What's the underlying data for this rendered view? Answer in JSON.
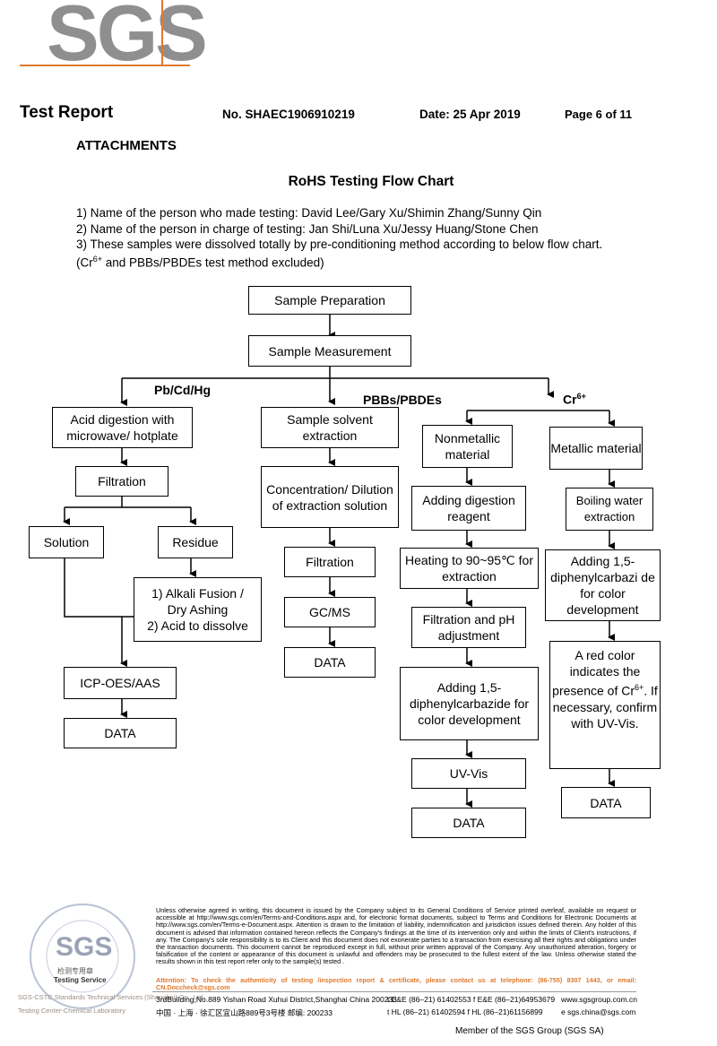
{
  "logo": {
    "text": "SGS"
  },
  "header": {
    "title": "Test Report",
    "number": "No. SHAEC1906910219",
    "date": "Date: 25 Apr 2019",
    "page": "Page 6 of 11"
  },
  "section": "ATTACHMENTS",
  "chart_title": "RoHS Testing Flow Chart",
  "notes": {
    "n1": "1) Name of the person who made testing: David Lee/Gary Xu/Shimin Zhang/Sunny Qin",
    "n2": "2) Name of the person in charge of testing: Jan Shi/Luna Xu/Jessy Huang/Stone Chen",
    "n3": "3) These samples were dissolved totally by pre-conditioning method according to below flow chart.",
    "n4_pre": "(Cr",
    "n4_sup": "6+",
    "n4_post": " and PBBs/PBDEs test method excluded)"
  },
  "flow": {
    "prep": "Sample Preparation",
    "meas": "Sample Measurement",
    "branch_pb": "Pb/Cd/Hg",
    "branch_pbb": "PBBs/PBDEs",
    "branch_cr": "Cr",
    "branch_cr_sup": "6+",
    "acid": "Acid digestion with microwave/ hotplate",
    "filt1": "Filtration",
    "solution": "Solution",
    "residue": "Residue",
    "alkali1": "1) Alkali Fusion /",
    "alkali2": "Dry Ashing",
    "alkali3": "2) Acid to dissolve",
    "icp": "ICP-OES/AAS",
    "data1": "DATA",
    "solvent": "Sample solvent extraction",
    "conc": "Concentration/ Dilution of extraction solution",
    "filt2": "Filtration",
    "gcms": "GC/MS",
    "data2": "DATA",
    "nonmet": "Nonmetallic material",
    "digest": "Adding digestion reagent",
    "heat": "Heating to 90~95℃ for extraction",
    "filtph": "Filtration and pH adjustment",
    "dpc1": "Adding 1,5-diphenylcarbazide for color development",
    "uv": "UV-Vis",
    "data3": "DATA",
    "metal": "Metallic material",
    "boil": "Boiling water extraction",
    "dpc2": "Adding 1,5-diphenylcarbazi de for color development",
    "red_pre": "A red color indicates the presence of Cr",
    "red_sup": "6+",
    "red_post": ". If necessary, confirm with UV-Vis.",
    "data4": "DATA"
  },
  "footer": {
    "disclaimer": "Unless otherwise agreed in writing, this document is issued by the Company subject to its General Conditions of Service printed overleaf, available on request or accessible at http://www.sgs.com/en/Terms-and-Conditions.aspx and, for electronic format documents, subject to Terms and Conditions for Electronic Documents at http://www.sgs.com/en/Terms-e-Document.aspx. Attention is drawn to the limitation of liability, indemnification and jurisdiction issues defined therein. Any holder of this document is advised that information contained hereon reflects the Company's findings at the time of its intervention only and within the limits of Client's instructions, if any. The Company's sole responsibility is to its Client and this document does not exonerate parties to a transaction from exercising all their rights and obligations under the transaction documents. This document cannot be reproduced except in full, without prior written approval of the Company. Any unauthorized alteration, forgery or falsification of the content or appearance of this document is unlawful and offenders may be prosecuted to the fullest extent of the law. Unless otherwise stated the results shown in this test report refer only to the sample(s) tested .",
    "attention": "Attention: To check the authenticity of testing /inspection report & certificate, please contact us at telephone: (86-755) 8307 1443, or email: CN.Doccheck@sgs.com",
    "addr_en": "3rdBuilding,No.889 Yishan Road Xuhui District,Shanghai China   200233",
    "addr_cn": "中国 · 上海 · 徐汇区宜山路889号3号楼   邮编: 200233",
    "tel1": "t E&E (86–21) 61402553   f E&E (86–21)64953679",
    "tel2": "t HL (86–21) 61402594    f HL (86–21)61156899",
    "web": "www.sgsgroup.com.cn",
    "email": "e  sgs.china@sgs.com",
    "member": "Member of the SGS Group (SGS SA)",
    "seal_center": "SGS",
    "seal_sub1": "检测专用章",
    "seal_sub2": "Testing Service",
    "seal_caption1": "SGS-CSTC Standards Technical Services (Shanghai) Co., Ltd.",
    "seal_caption2": "Testing Center-Chemical Laboratory"
  }
}
